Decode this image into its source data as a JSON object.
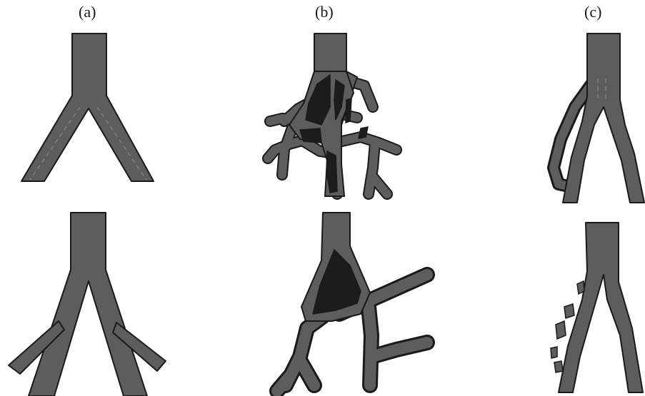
{
  "labels": {
    "a": "(a)",
    "b": "(b)",
    "c": "(c)"
  },
  "colors": {
    "vessel_fill": "#5d5d5d",
    "vessel_outline": "#1a1a1a",
    "clot": "#1c1c1c",
    "background": "#ffffff"
  }
}
